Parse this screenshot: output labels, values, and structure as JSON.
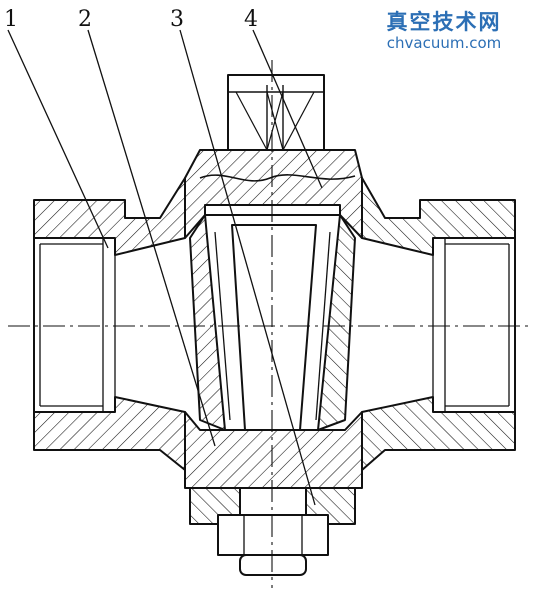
{
  "watermark": {
    "chinese": "真空技术网",
    "url": "chvacuum.com"
  },
  "part_labels": [
    "1",
    "2",
    "3",
    "4"
  ],
  "colors": {
    "ink": "#111111",
    "watermark": "#2c6fb5"
  }
}
